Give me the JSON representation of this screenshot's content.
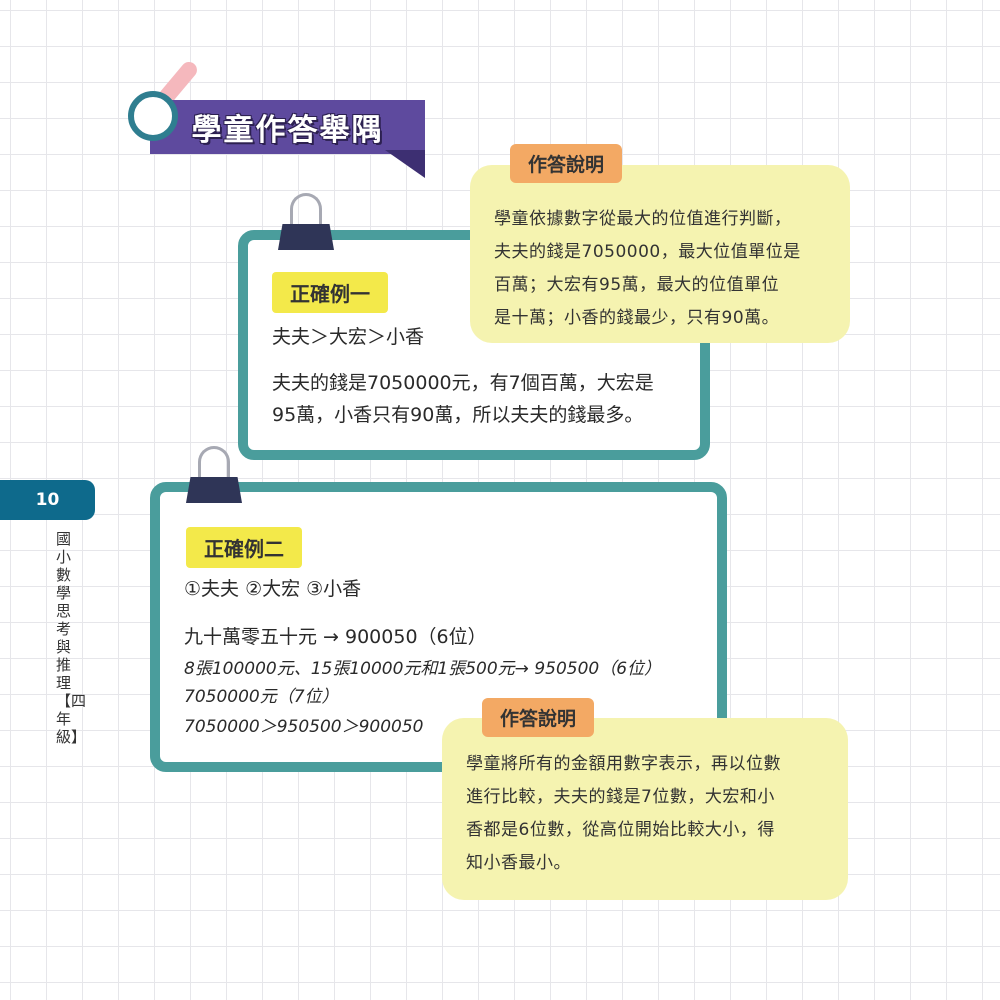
{
  "header": {
    "title": "學童作答舉隅"
  },
  "sidebar": {
    "page_number": "10",
    "book_title": "國小數學思考與推理【四年級】"
  },
  "example1": {
    "label": "正確例一",
    "line1": "夫夫＞大宏＞小香",
    "line2": "夫夫的錢是7050000元，有7個百萬，大宏是",
    "line3": "95萬，小香只有90萬，所以夫夫的錢最多。"
  },
  "explanation1": {
    "label": "作答說明",
    "lines": [
      "學童依據數字從最大的位值進行判斷，",
      "夫夫的錢是7050000，最大位值單位是",
      "百萬；大宏有95萬，最大的位值單位",
      "是十萬；小香的錢最少，只有90萬。"
    ]
  },
  "example2": {
    "label": "正確例二",
    "line1": "①夫夫 ②大宏 ③小香",
    "line2": "九十萬零五十元 → 900050（6位）",
    "line3": "8張100000元、15張10000元和1張500元→ 950500（6位）",
    "line4": "7050000元（7位）",
    "line5": "7050000＞950500＞900050"
  },
  "explanation2": {
    "label": "作答說明",
    "lines": [
      "學童將所有的金額用數字表示，再以位數",
      "進行比較，夫夫的錢是7位數，大宏和小",
      "香都是6位數，從高位開始比較大小，得",
      "知小香最小。"
    ]
  },
  "colors": {
    "banner": "#5e4a9e",
    "card_border": "#4a9d9c",
    "highlight_yellow": "#f3e94a",
    "note_bg": "#f5f3b0",
    "orange_label": "#f3a964",
    "page_tab": "#0e6a8c"
  },
  "icons": [
    "magnifier-icon",
    "binder-clip-icon"
  ]
}
